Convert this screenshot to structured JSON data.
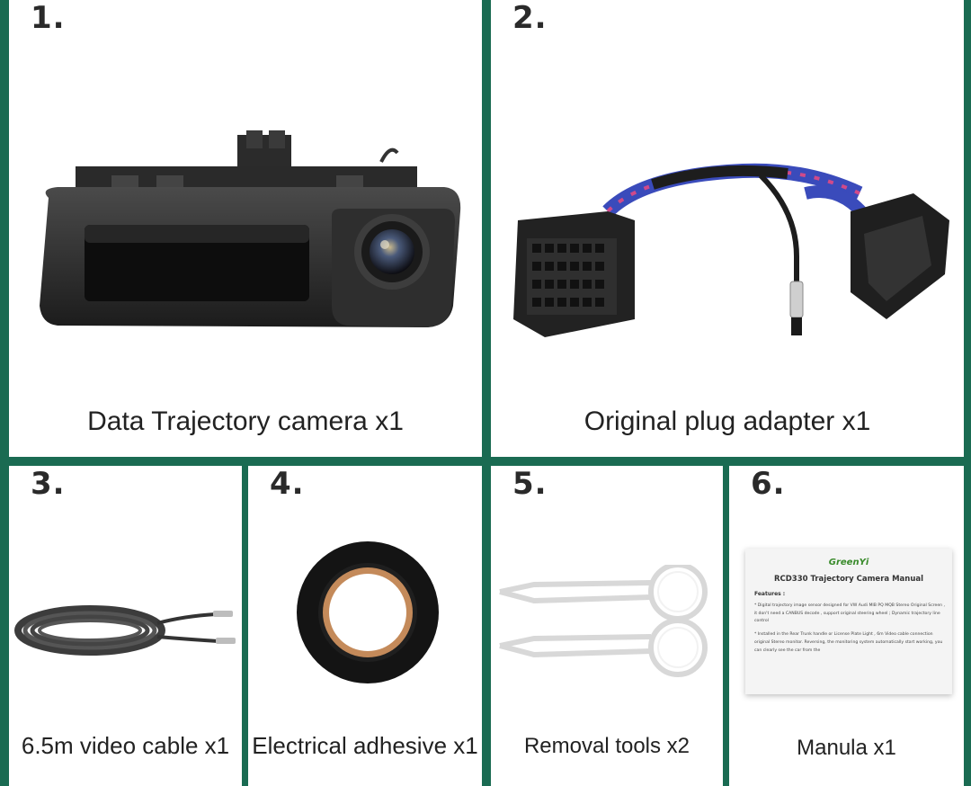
{
  "panels": [
    {
      "number": "1.",
      "caption": "Data Trajectory camera x1"
    },
    {
      "number": "2.",
      "caption": "Original plug adapter x1"
    },
    {
      "number": "3.",
      "caption": "6.5m video cable x1"
    },
    {
      "number": "4.",
      "caption": "Electrical adhesive x1"
    },
    {
      "number": "5.",
      "caption": "Removal tools x2"
    },
    {
      "number": "6.",
      "caption": "Manula x1"
    }
  ],
  "manual": {
    "brand": "GreenYi",
    "title": "RCD330 Trajectory Camera Manual",
    "features_label": "Features :",
    "line1": "* Digital trajectory image sensor designed for VW Audi MIB PQ MQB Stereo Original Screen , it don't need a CANBUS decode , support original steering wheel ; Dynamic trajectory line control",
    "line2": "* Installed in the Rear Trunk handle or License Plate Light , 6m Video cable connection original Stereo monitor. Reversing, the monitoring system automatically start working, you can clearly see the car from the"
  },
  "colors": {
    "frame": "#1a6b52",
    "panel": "#ffffff",
    "text": "#222222"
  }
}
